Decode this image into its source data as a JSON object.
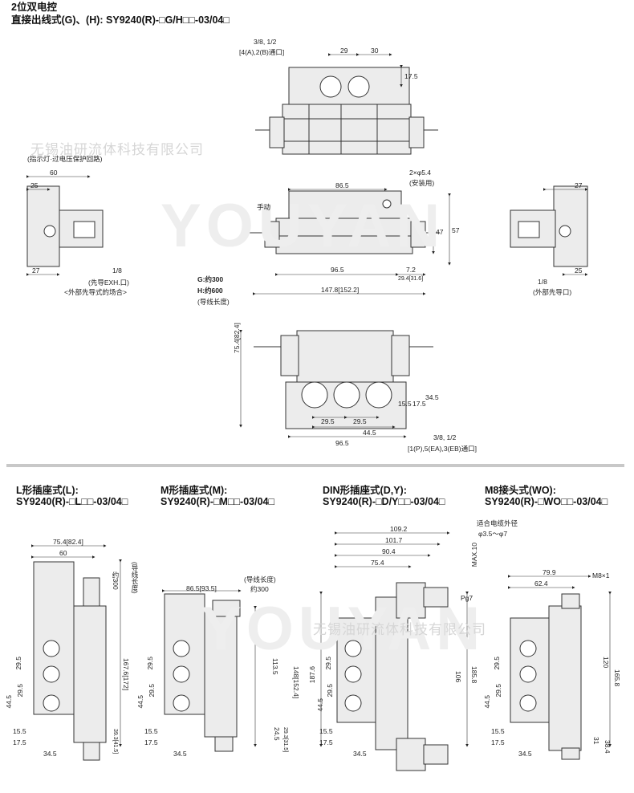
{
  "header": {
    "title": "2位双电控",
    "subtitle": "直接出线式(G)、(H): SY9240(R)-□G/H□□-03/04□"
  },
  "watermark": {
    "company": "无锡油研流体科技有限公司",
    "brand": "YOUYAN"
  },
  "top_views": {
    "port_size": "3/8, 1/2",
    "port_note_upper": "[4(A),2(B)通口]",
    "dim_29": "29",
    "dim_30": "30",
    "dim_17_5": "17.5",
    "indicator_note": "(指示灯·过电压保护回路)",
    "left_60": "60",
    "left_25": "25",
    "left_27": "27",
    "left_1_8": "1/8",
    "pilot_exh": "(先导EXH.口)",
    "external_pilot_case": "<外部先导式的场合>",
    "dim_86_5": "86.5",
    "mount_holes": "2×φ5.4",
    "mount_label": "(安装用)",
    "manual": "手动",
    "dim_47": "47",
    "dim_57": "57",
    "dim_96_5": "96.5",
    "dim_7_2": "7.2",
    "dim_29_4": "29.4[31.6]",
    "lead_g": "G:约300",
    "lead_h": "H:约600",
    "lead_label": "(导线长度)",
    "dim_147_8": "147.8[152.2]",
    "right_27": "27",
    "right_25": "25",
    "right_1_8": "1/8",
    "external_pilot_port": "(外部先导口)",
    "front_75_4": "75.4[82.4]",
    "front_15_5": "15.5",
    "front_17_5": "17.5",
    "front_34_5": "34.5",
    "front_29_5a": "29.5",
    "front_29_5b": "29.5",
    "front_44_5": "44.5",
    "front_96_5": "96.5",
    "port_size_lower": "3/8, 1/2",
    "port_note_lower": "[1(P),5(EA),3(EB)通口]"
  },
  "variants": [
    {
      "title": "L形插座式(L):",
      "model": "SY9240(R)-□L□□-03/04□"
    },
    {
      "title": "M形插座式(M):",
      "model": "SY9240(R)-□M□□-03/04□"
    },
    {
      "title": "DIN形插座式(D,Y):",
      "model": "SY9240(R)-□D/Y□□-03/04□"
    },
    {
      "title": "M8接头式(WO):",
      "model": "SY9240(R)-□WO□□-03/04□"
    }
  ],
  "l_dims": {
    "w1": "75.4[82.4]",
    "w2": "60",
    "lead": "约300",
    "lead_label": "(导线长度)",
    "h": "167.6[172]",
    "a": "29.5",
    "b": "29.5",
    "c": "44.5",
    "d": "15.5",
    "e": "17.5",
    "f": "34.5",
    "g": "39.3[41.5]"
  },
  "m_dims": {
    "w1": "86.5[93.5]",
    "lead_label": "(导线长度)",
    "lead": "约300",
    "h1": "113.5",
    "h2": "148[152.4]",
    "a": "29.5",
    "b": "29.5",
    "c": "44.5",
    "d": "15.5",
    "e": "17.5",
    "f": "34.5",
    "g": "24.5",
    "i": "29.3[31.5]"
  },
  "d_dims": {
    "w1": "109.2",
    "w2": "101.7",
    "w3": "90.4",
    "w4": "75.4",
    "cable": "适合电缆外径",
    "cable_range": "φ3.5～φ7",
    "max": "MAX.10",
    "pg": "Pg7",
    "h1": "187.6",
    "h2": "185.8",
    "h3": "106",
    "a": "29.5",
    "b": "29.5",
    "c": "44.5",
    "d": "15.5",
    "e": "17.5",
    "f": "34.5"
  },
  "wo_dims": {
    "w1": "79.9",
    "w2": "62.4",
    "m8": "M8×1",
    "h1": "120",
    "h2": "165.8",
    "a": "29.5",
    "b": "29.5",
    "c": "44.5",
    "d": "15.5",
    "e": "17.5",
    "f": "34.5",
    "g": "31",
    "i": "38.4"
  }
}
